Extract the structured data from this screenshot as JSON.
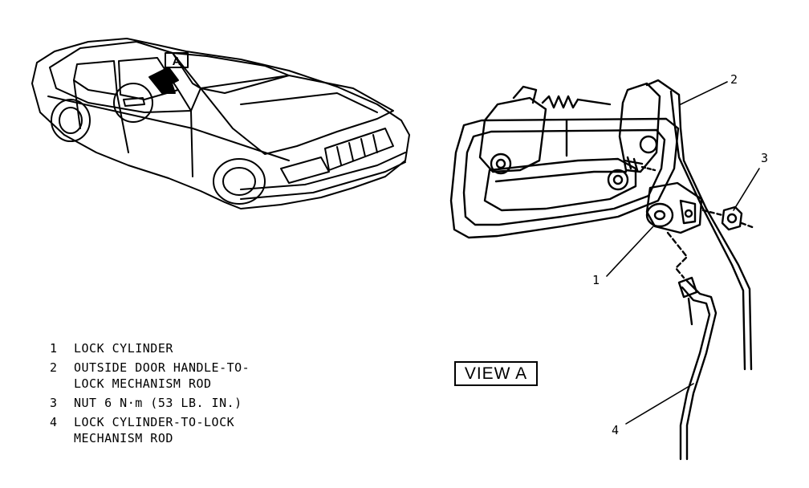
{
  "view_marker": "A",
  "view_title": "VIEW A",
  "callouts": [
    "1",
    "2",
    "3",
    "4"
  ],
  "legend": [
    {
      "num": "1",
      "text": "LOCK CYLINDER"
    },
    {
      "num": "2",
      "text": "OUTSIDE DOOR HANDLE-TO-\nLOCK MECHANISM ROD"
    },
    {
      "num": "3",
      "text": "NUT 6 N·m (53 LB. IN.)"
    },
    {
      "num": "4",
      "text": "LOCK CYLINDER-TO-LOCK\nMECHANISM ROD"
    }
  ]
}
